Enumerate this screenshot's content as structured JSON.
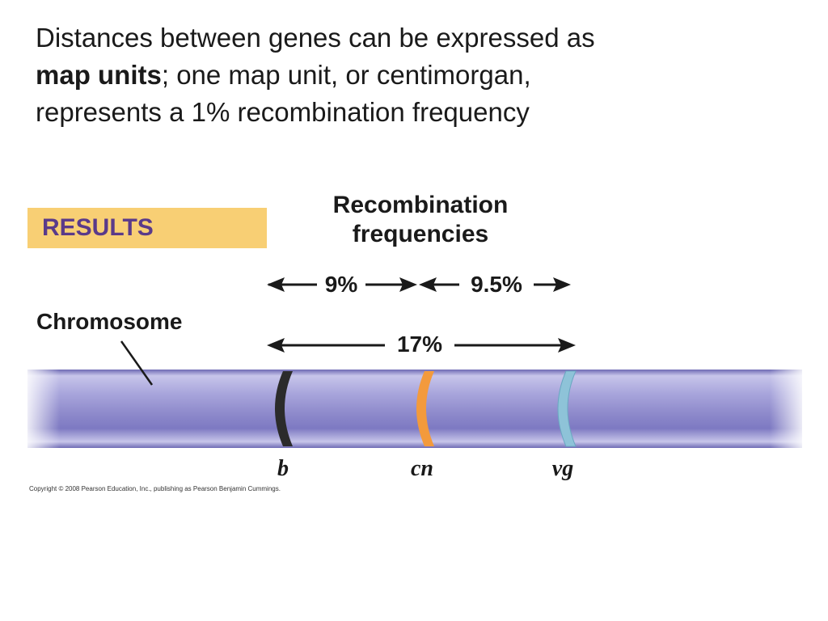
{
  "heading": {
    "line1": "Distances between genes can be expressed as",
    "bold_term": "map units",
    "line2_rest": "; one map unit, or centimorgan,",
    "line3": "represents a 1% recombination frequency"
  },
  "results_label": "RESULTS",
  "recombination_title": {
    "line1": "Recombination",
    "line2": "frequencies"
  },
  "chromosome_label": "Chromosome",
  "intervals": {
    "b_cn": "9%",
    "cn_vg": "9.5%",
    "b_vg": "17%"
  },
  "genes": {
    "b": "b",
    "cn": "cn",
    "vg": "vg"
  },
  "colors": {
    "chromosome": "#8a86c8",
    "band_b": "#2b2b2b",
    "band_cn": "#f39a3c",
    "band_vg": "#8ec3d8",
    "results_bg": "#f8cf74",
    "results_text": "#5a3a8a"
  },
  "copyright": "Copyright © 2008 Pearson Education, Inc., publishing as Pearson Benjamin Cummings."
}
